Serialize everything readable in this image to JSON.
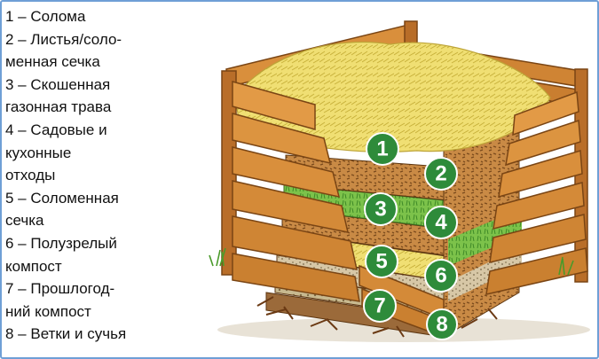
{
  "legend": {
    "lines": [
      "1 – Солома",
      "2 – Листья/соло-",
      "менная сечка",
      "3 – Скошенная",
      "газонная трава",
      "4 – Садовые и",
      "кухонные",
      "отходы",
      "5 – Соломенная",
      "сечка",
      "6 – Полузрелый",
      "компост",
      "7 – Прошлогод-",
      "ний компост",
      "8 – Ветки и сучья"
    ]
  },
  "badges": [
    "1",
    "2",
    "3",
    "4",
    "5",
    "6",
    "7",
    "8"
  ],
  "colors": {
    "badge_green": "#2e8b3a",
    "wood": "#d98f3c",
    "wood_dark": "#a5621f",
    "straw": "#eedb6a",
    "grass": "#7cc24a",
    "frame": "#6f9fd6"
  }
}
